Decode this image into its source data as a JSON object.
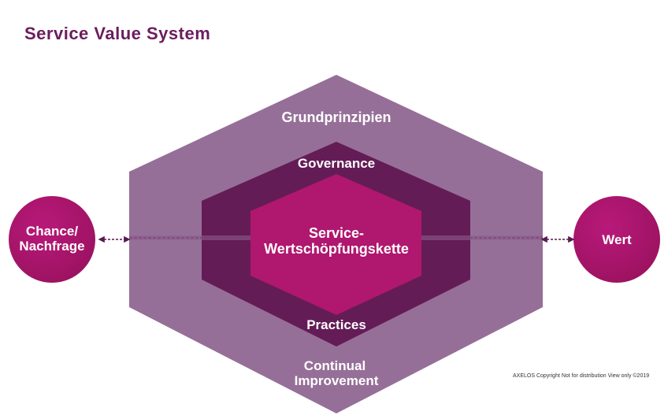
{
  "header": {
    "title": "Service Value System"
  },
  "diagram": {
    "layers": {
      "guiding_principles": "Grundprinzipien",
      "governance": "Governance",
      "value_chain_line1": "Service-",
      "value_chain_line2": "Wertschöpfungskette",
      "practices": "Practices",
      "improvement_line1": "Continual",
      "improvement_line2": "Improvement"
    },
    "input": {
      "line1": "Chance/",
      "line2": "Nachfrage"
    },
    "output": {
      "label": "Wert"
    }
  },
  "footer": {
    "copyright": "AXELOS Copyright Not for distribution View only ©2019"
  },
  "colors": {
    "title": "#6b1d5c",
    "outer_hexagon": "#966f98",
    "governance_band": "#641c56",
    "value_chain": "#b0176e",
    "circle": "#b0176e",
    "text_light": "#ffffff"
  }
}
